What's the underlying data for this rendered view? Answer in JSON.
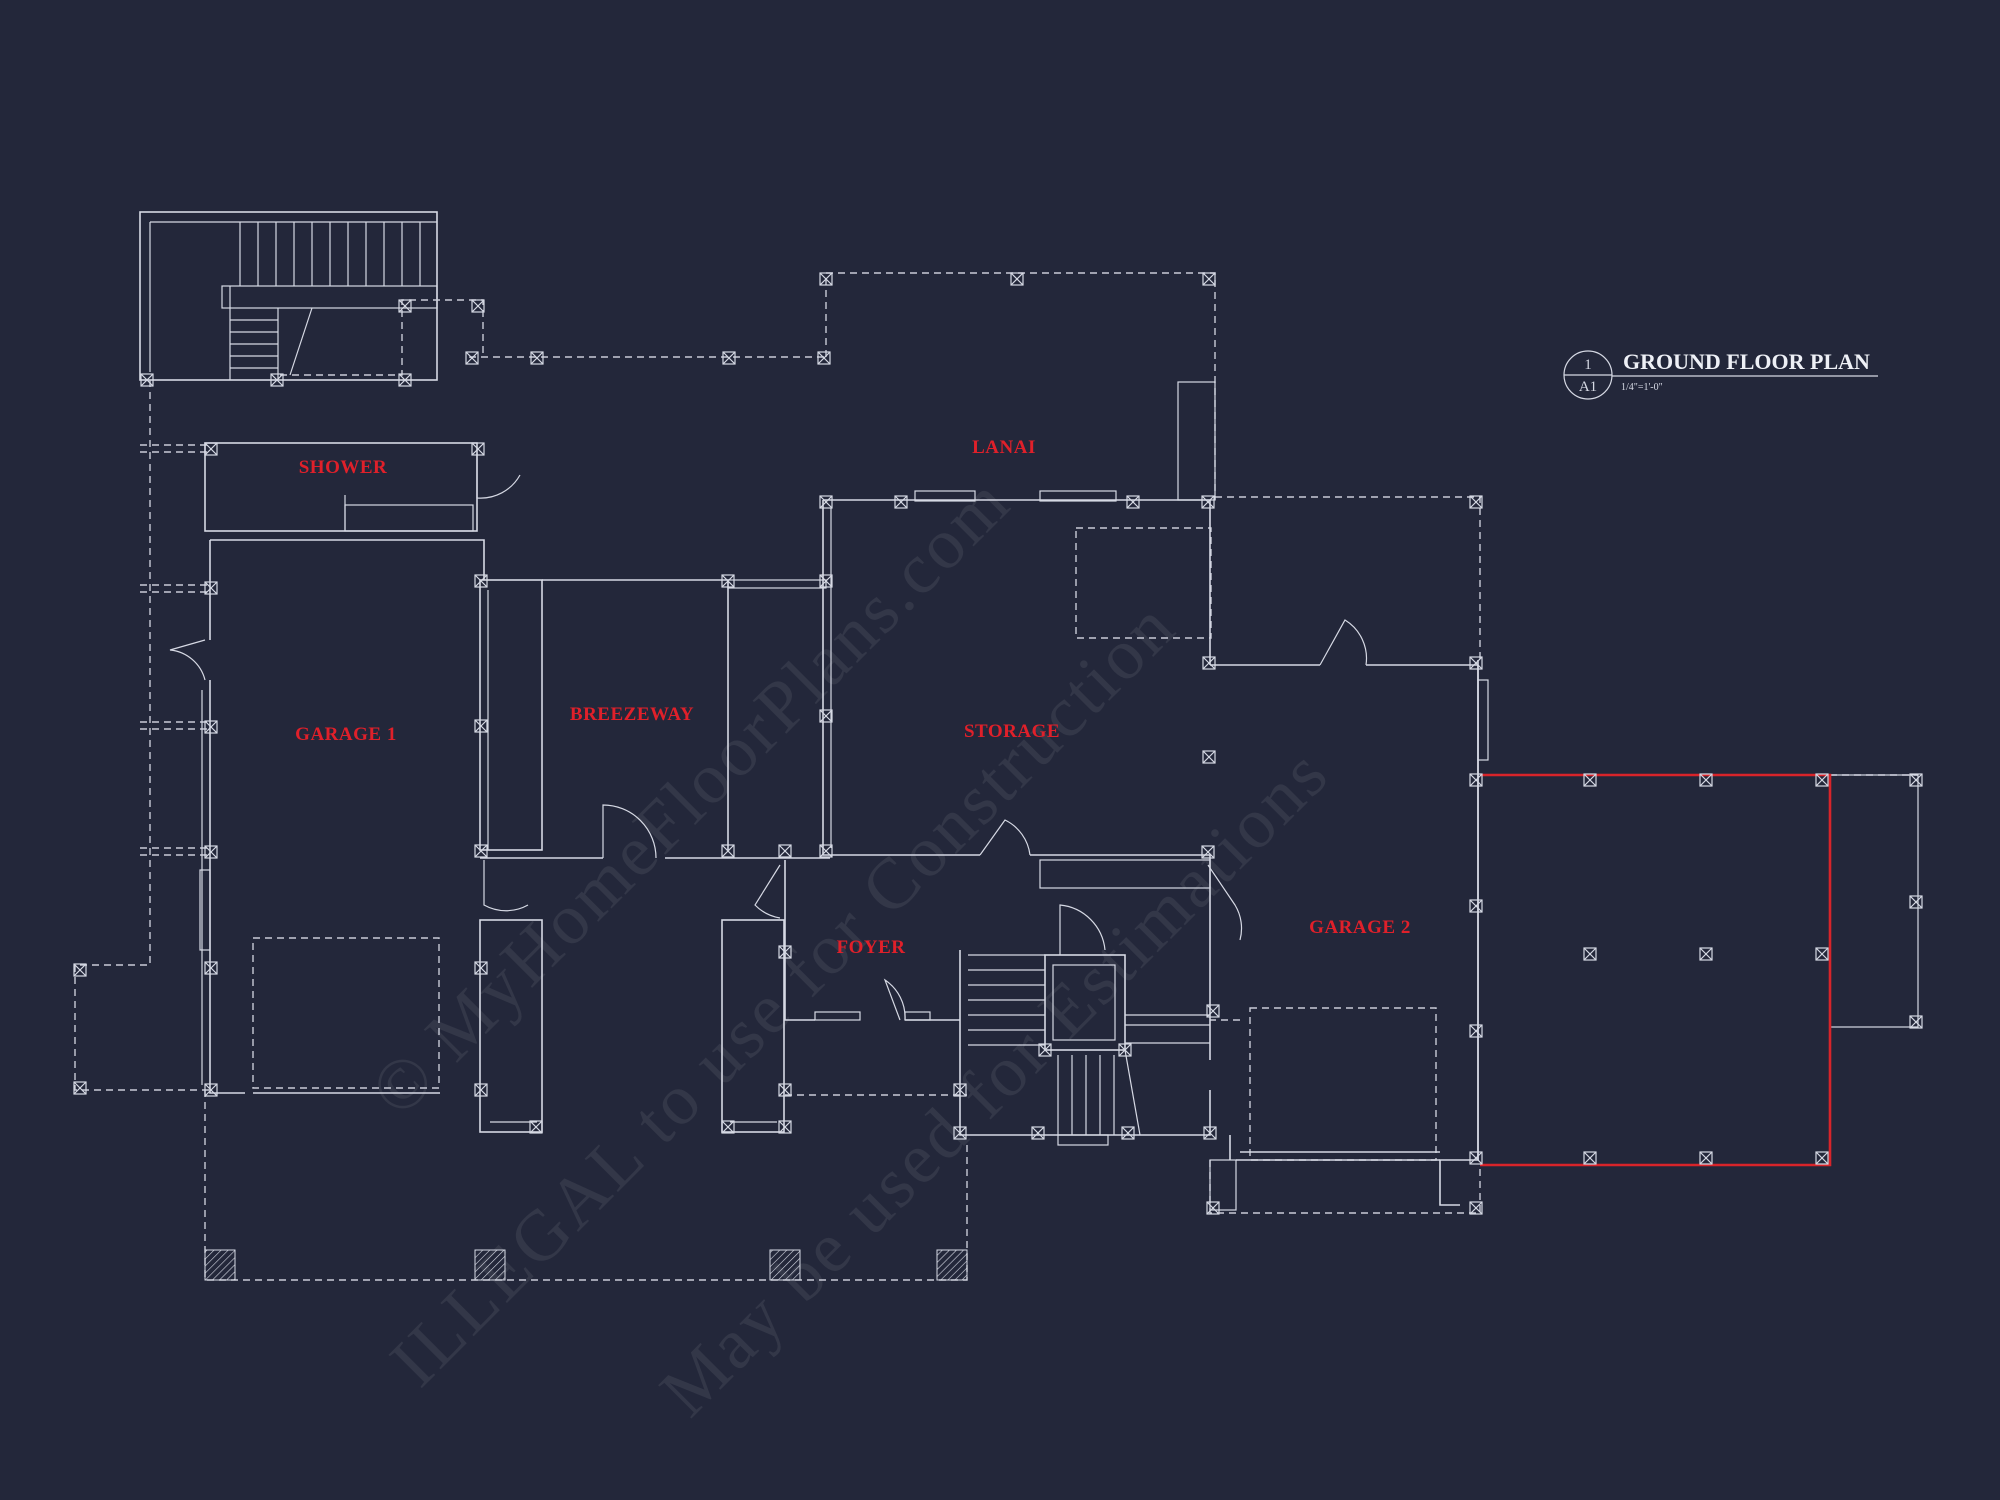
{
  "title_block": {
    "detail_number": "1",
    "sheet": "A1",
    "title": "GROUND FLOOR PLAN",
    "scale": "1/4\"=1'-0\""
  },
  "rooms": {
    "shower": "SHOWER",
    "lanai": "LANAI",
    "garage1": "GARAGE 1",
    "breezeway": "BREEZEWAY",
    "storage": "STORAGE",
    "foyer": "FOYER",
    "garage2": "GARAGE 2"
  },
  "watermark": {
    "line1": "© MyHomeFloorPlans.com",
    "line2": "ILLEGAL to use for Construction",
    "line3": "May be used for Estimations"
  },
  "colors": {
    "background": "#23273a",
    "lines": "#d6d9e4",
    "labels": "#e0202a",
    "highlight": "#d8242a"
  }
}
